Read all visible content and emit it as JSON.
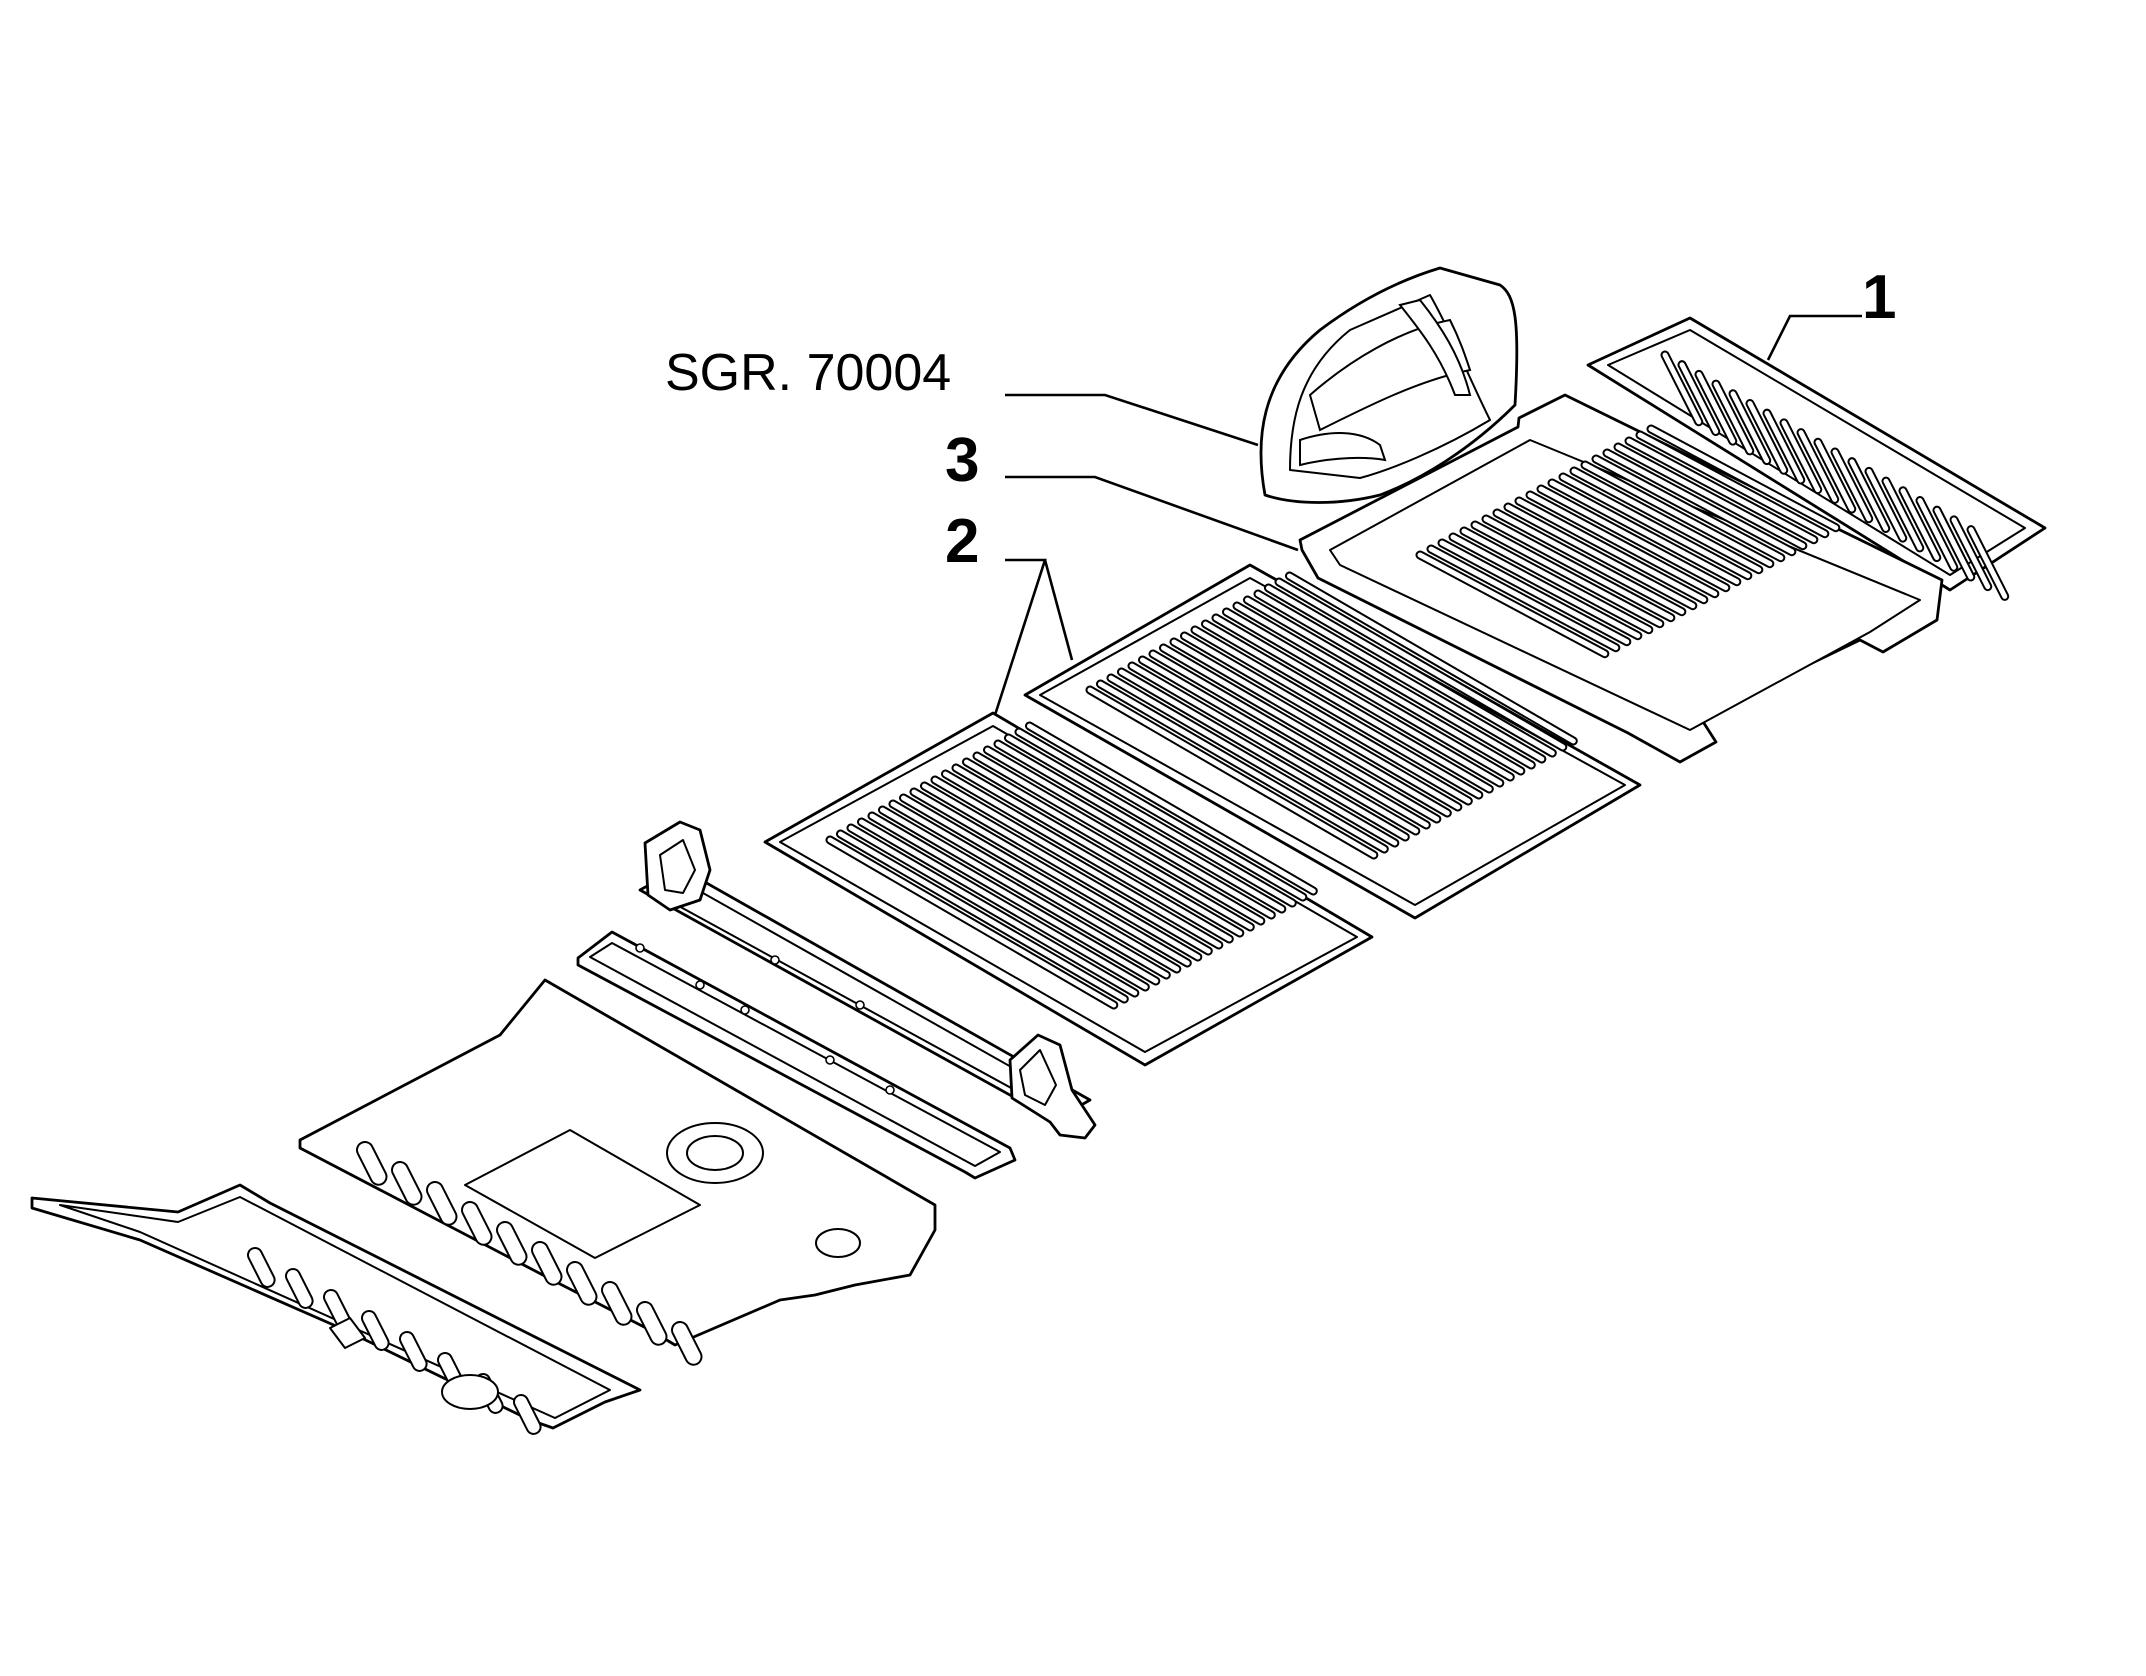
{
  "diagram": {
    "callouts": [
      {
        "id": "1",
        "text": "1"
      },
      {
        "id": "2",
        "text": "2"
      },
      {
        "id": "3",
        "text": "3"
      },
      {
        "id": "sgr",
        "text": "SGR. 70004"
      }
    ],
    "parts": [
      {
        "name": "rear-floor-panel",
        "callout": "1"
      },
      {
        "name": "floor-panel-b",
        "callout": "3"
      },
      {
        "name": "middle-floor-panel-a",
        "callout": "2"
      },
      {
        "name": "middle-floor-panel-b",
        "callout": "2"
      },
      {
        "name": "wheel-arch-housing",
        "callout": "SGR. 70004"
      },
      {
        "name": "cross-member-with-brackets",
        "callout": ""
      },
      {
        "name": "cross-rail",
        "callout": ""
      },
      {
        "name": "front-floor-pan",
        "callout": ""
      },
      {
        "name": "front-floor-tunnel-panel",
        "callout": ""
      }
    ]
  }
}
